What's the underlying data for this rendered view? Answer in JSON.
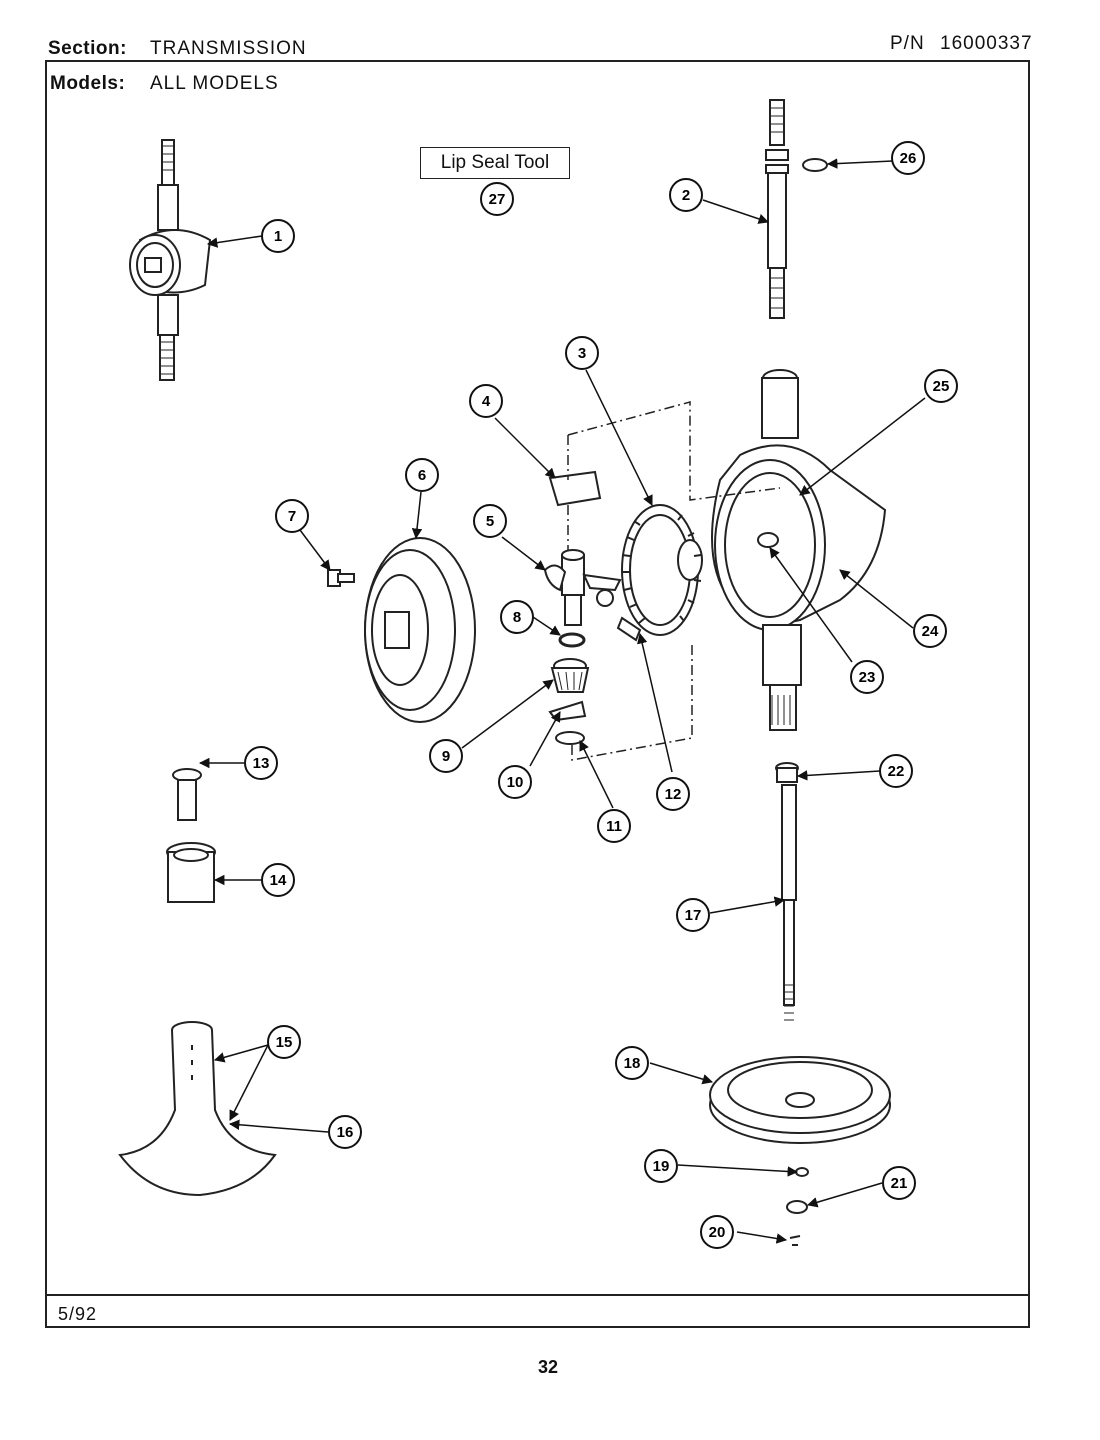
{
  "header": {
    "section_label": "Section:",
    "section_value": "TRANSMISSION",
    "pn_label": "P/N",
    "pn_value": "16000337",
    "models_label": "Models:",
    "models_value": "ALL MODELS"
  },
  "tool_label": "Lip Seal Tool",
  "callouts": [
    "1",
    "2",
    "3",
    "4",
    "5",
    "6",
    "7",
    "8",
    "9",
    "10",
    "11",
    "12",
    "13",
    "14",
    "15",
    "16",
    "17",
    "18",
    "19",
    "20",
    "21",
    "22",
    "23",
    "24",
    "25",
    "26",
    "27"
  ],
  "footer": {
    "date": "5/92",
    "page": "32"
  }
}
